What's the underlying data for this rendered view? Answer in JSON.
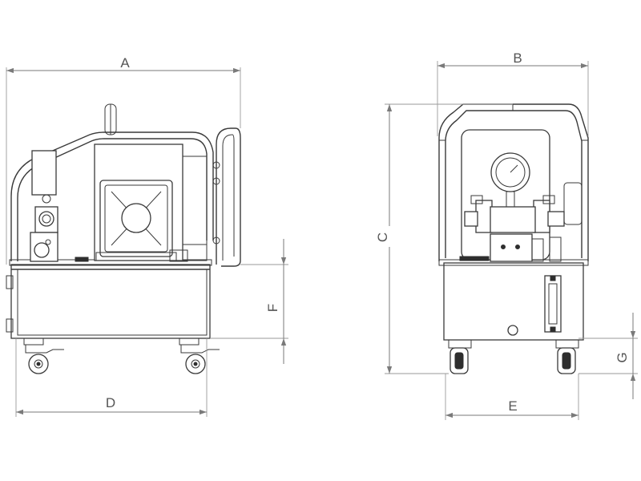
{
  "dimensions": {
    "A": "A",
    "B": "B",
    "C": "C",
    "D": "D",
    "E": "E",
    "F": "F",
    "G": "G"
  },
  "colors": {
    "line": "#3a3a3a",
    "dimension_line": "#7a7a7a",
    "background": "#ffffff"
  }
}
